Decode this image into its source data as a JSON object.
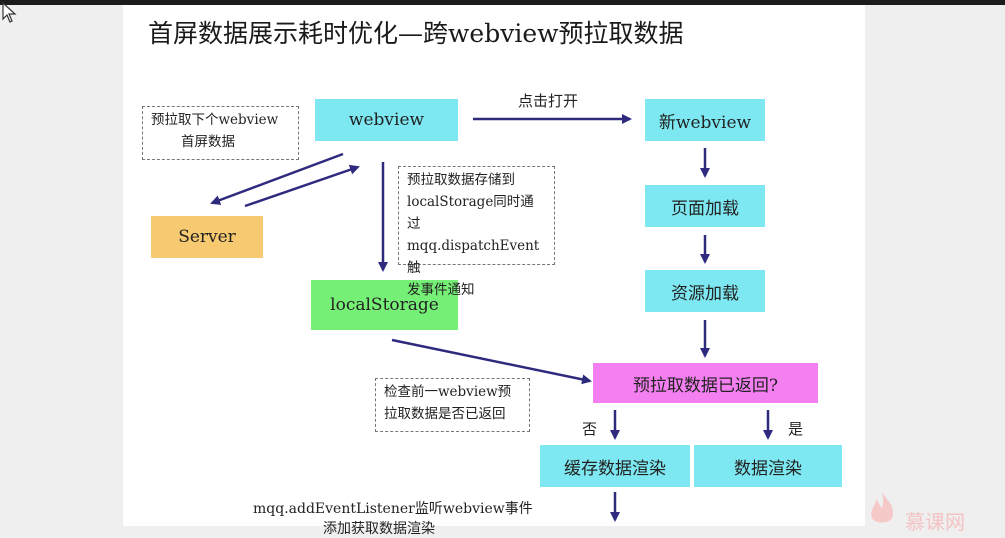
{
  "title": "首屏数据展示耗时优化—跨webview预拉取数据",
  "nodes": {
    "webview": "webview",
    "new_webview": "新webview",
    "server": "Server",
    "page_load": "页面加载",
    "resource_load": "资源加载",
    "local_storage": "localStorage",
    "prefetch_returned": "预拉取数据已返回?",
    "cache_render": "缓存数据渲染",
    "data_render": "数据渲染"
  },
  "notes": {
    "prefetch_next": [
      "预拉取下个webview",
      "首屏数据"
    ],
    "store": [
      "预拉取数据存储到",
      "localStorage同时通过",
      "mqq.dispatchEvent触",
      "发事件通知"
    ],
    "check": [
      "检查前一webview预",
      "拉取数据是否已返回"
    ]
  },
  "labels": {
    "click_open": "点击打开",
    "no": "否",
    "yes": "是",
    "listener_line1": "mqq.addEventListener监听webview事件",
    "listener_line2": "添加获取数据渲染"
  },
  "colors": {
    "arrow": "#2e2a7e",
    "cyan": "#7de8f1",
    "orange": "#f7c970",
    "green": "#76ef76",
    "pink": "#f47ff0"
  },
  "watermark": {
    "text": "慕课网",
    "icon": "flame-logo-icon"
  },
  "icons": {
    "cursor": "mouse-pointer-icon"
  }
}
